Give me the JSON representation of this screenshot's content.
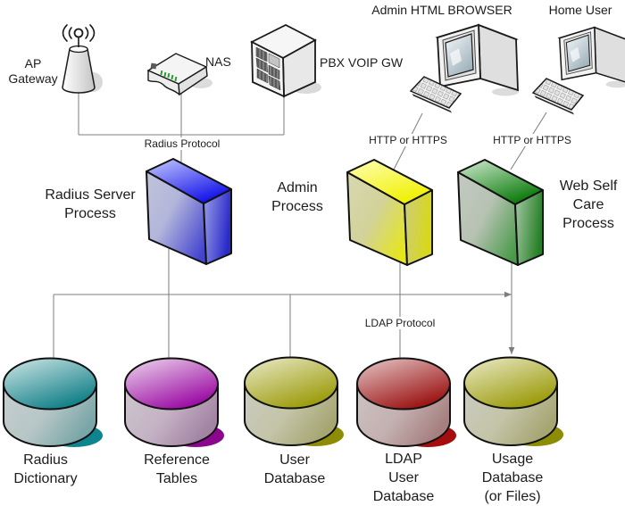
{
  "devices": {
    "ap_gateway": {
      "label_lines": [
        "AP",
        "Gateway"
      ],
      "icon": "antenna-icon"
    },
    "nas": {
      "label": "NAS",
      "icon": "router-icon"
    },
    "pbx_voip_gw": {
      "label": "PBX VOIP GW",
      "icon": "server-icon"
    },
    "admin_browser": {
      "label": "Admin HTML BROWSER",
      "icon": "workstation-icon"
    },
    "home_user": {
      "label": "Home User",
      "icon": "workstation-icon"
    }
  },
  "connections": {
    "radius_protocol": "Radius Protocol",
    "http_admin": "HTTP or HTTPS",
    "http_home": "HTTP or HTTPS",
    "ldap_protocol": "LDAP Protocol"
  },
  "processes": [
    {
      "label_lines": [
        "Radius Server",
        "Process"
      ],
      "color": "#2020e6"
    },
    {
      "label_lines": [
        "Admin",
        "Process"
      ],
      "color": "#f0f000"
    },
    {
      "label_lines": [
        "Web Self",
        "Care",
        "Process"
      ],
      "color": "#128012"
    }
  ],
  "databases": [
    {
      "label_lines": [
        "Radius",
        "Dictionary"
      ],
      "color": "#17858e"
    },
    {
      "label_lines": [
        "Reference",
        "Tables"
      ],
      "color": "#a012a8"
    },
    {
      "label_lines": [
        "User",
        "Database"
      ],
      "color": "#a0a012"
    },
    {
      "label_lines": [
        "LDAP",
        "User",
        "Database"
      ],
      "color": "#a32020"
    },
    {
      "label_lines": [
        "Usage",
        "Database",
        "(or Files)"
      ],
      "color": "#a0a012"
    }
  ]
}
